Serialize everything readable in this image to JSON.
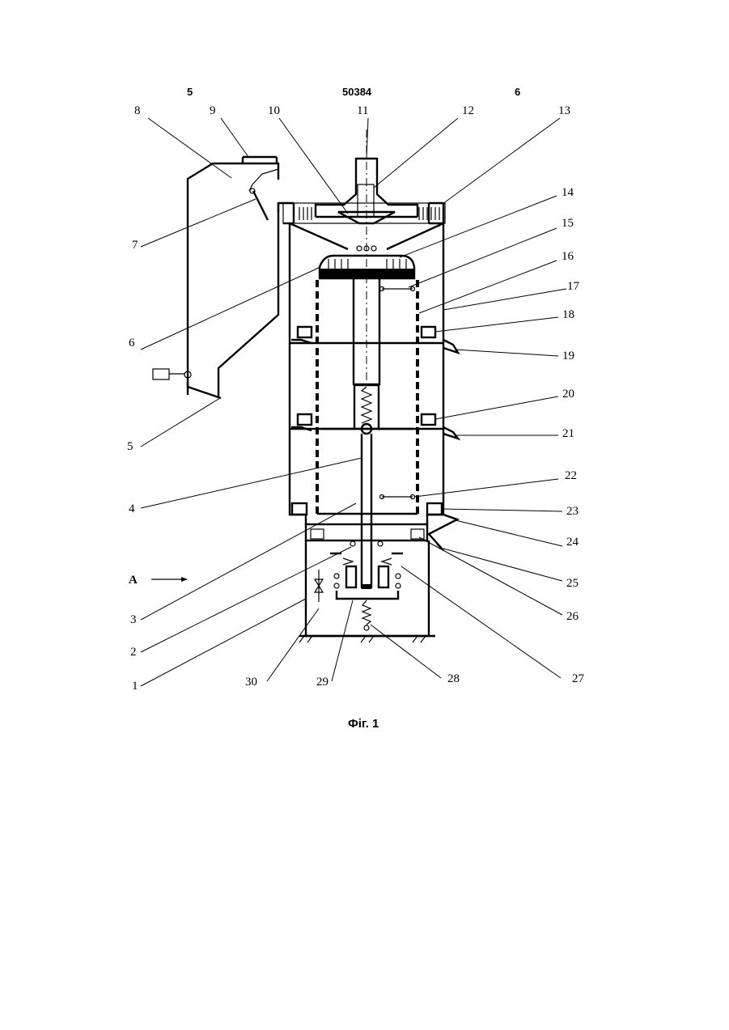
{
  "header": {
    "page_left": "5",
    "patent_number": "50384",
    "page_right": "6"
  },
  "figure": {
    "caption": "Фіг. 1",
    "view_label": "A",
    "labels": {
      "l1": "1",
      "l2": "2",
      "l3": "3",
      "l4": "4",
      "l5": "5",
      "l6": "6",
      "l7": "7",
      "l8": "8",
      "l9": "9",
      "l10": "10",
      "l11": "11",
      "l12": "12",
      "l13": "13",
      "l14": "14",
      "l15": "15",
      "l16": "16",
      "l17": "17",
      "l18": "18",
      "l19": "19",
      "l20": "20",
      "l21": "21",
      "l22": "22",
      "l23": "23",
      "l24": "24",
      "l25": "25",
      "l26": "26",
      "l27": "27",
      "l28": "28",
      "l29": "29",
      "l30": "30"
    }
  }
}
